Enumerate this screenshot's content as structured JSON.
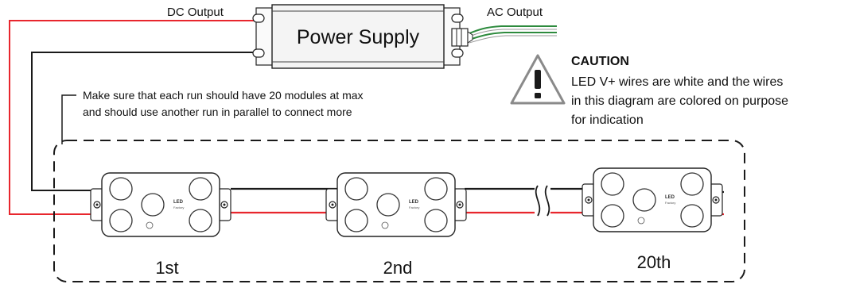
{
  "labels": {
    "dc_output": "DC Output",
    "ac_output": "AC Output",
    "power_supply": "Power Supply"
  },
  "caution": {
    "title": "CAUTION",
    "lines": [
      "LED V+ wires are white and the wires",
      "in this diagram are colored on purpose",
      "for indication"
    ]
  },
  "note": {
    "lines": [
      "Make sure that each run should have 20 modules at max",
      "and should use another run in parallel to connect more"
    ]
  },
  "modules": [
    {
      "label": "1st",
      "logo": "LED",
      "logo_sub": "Factory"
    },
    {
      "label": "2nd",
      "logo": "LED",
      "logo_sub": "Factory"
    },
    {
      "label": "20th",
      "logo": "LED",
      "logo_sub": "Factory"
    }
  ],
  "colors": {
    "positive_wire": "#e8262d",
    "negative_wire": "#1a1a1a",
    "ac_green": "#2e8b3e",
    "ac_white": "#ffffff",
    "psu_fill": "#f4f4f4",
    "module_fill": "#ffffff",
    "outline": "#222222"
  }
}
